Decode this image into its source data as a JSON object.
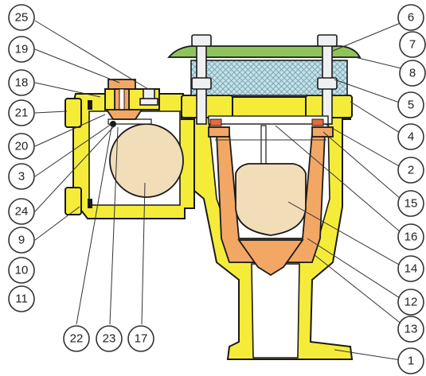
{
  "colors": {
    "body": "#f5ec3a",
    "float_and_disc": "#f3a765",
    "ball_float": "#f1ddb7",
    "cover": "#8fc45a",
    "screen": "#bfe4ee",
    "gasket": "#e86a3a"
  },
  "callouts_left": [
    "25",
    "19",
    "18",
    "21",
    "20",
    "3",
    "24",
    "9",
    "10",
    "11"
  ],
  "callouts_right": [
    "6",
    "7",
    "8",
    "5",
    "4",
    "2",
    "15",
    "16",
    "14",
    "12",
    "13",
    "1"
  ],
  "callouts_bottom": [
    "22",
    "23",
    "17"
  ]
}
